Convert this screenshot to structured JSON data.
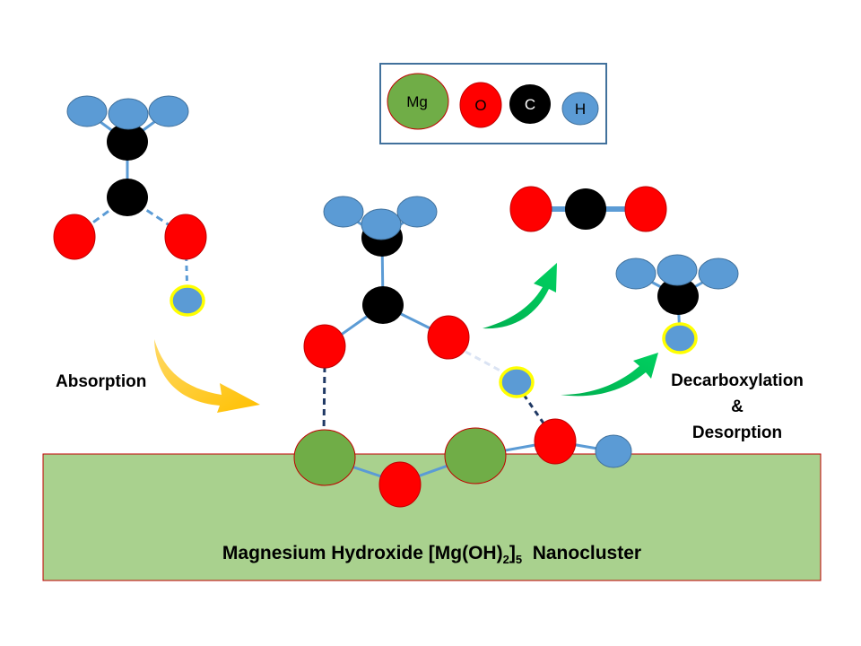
{
  "legend": {
    "mg": "Mg",
    "o": "O",
    "c": "C",
    "h": "H"
  },
  "labels": {
    "absorption": "Absorption",
    "decarboxylation": "Decarboxylation",
    "ampersand": "&",
    "desorption": "Desorption"
  },
  "substrate": {
    "name_part1": "Magnesium Hydroxide [Mg(OH)",
    "subscript1": "2",
    "name_part2": "]",
    "subscript2": "5",
    "name_part3": "  Nanocluster"
  },
  "colors": {
    "magnesium": "#70ad47",
    "oxygen": "#ff0000",
    "carbon": "#000000",
    "hydrogen": "#5b9bd5",
    "bond": "#5b9bd5",
    "dashed_bond_dark": "#1f3864",
    "dashed_bond_light": "#dae3f3",
    "highlight_ring": "#ffff00",
    "substrate_fill": "#a9d18e",
    "substrate_border": "#c00000",
    "arrow_absorption": "#ffc000",
    "arrow_release": "#00b050",
    "legend_border": "#41719c"
  }
}
